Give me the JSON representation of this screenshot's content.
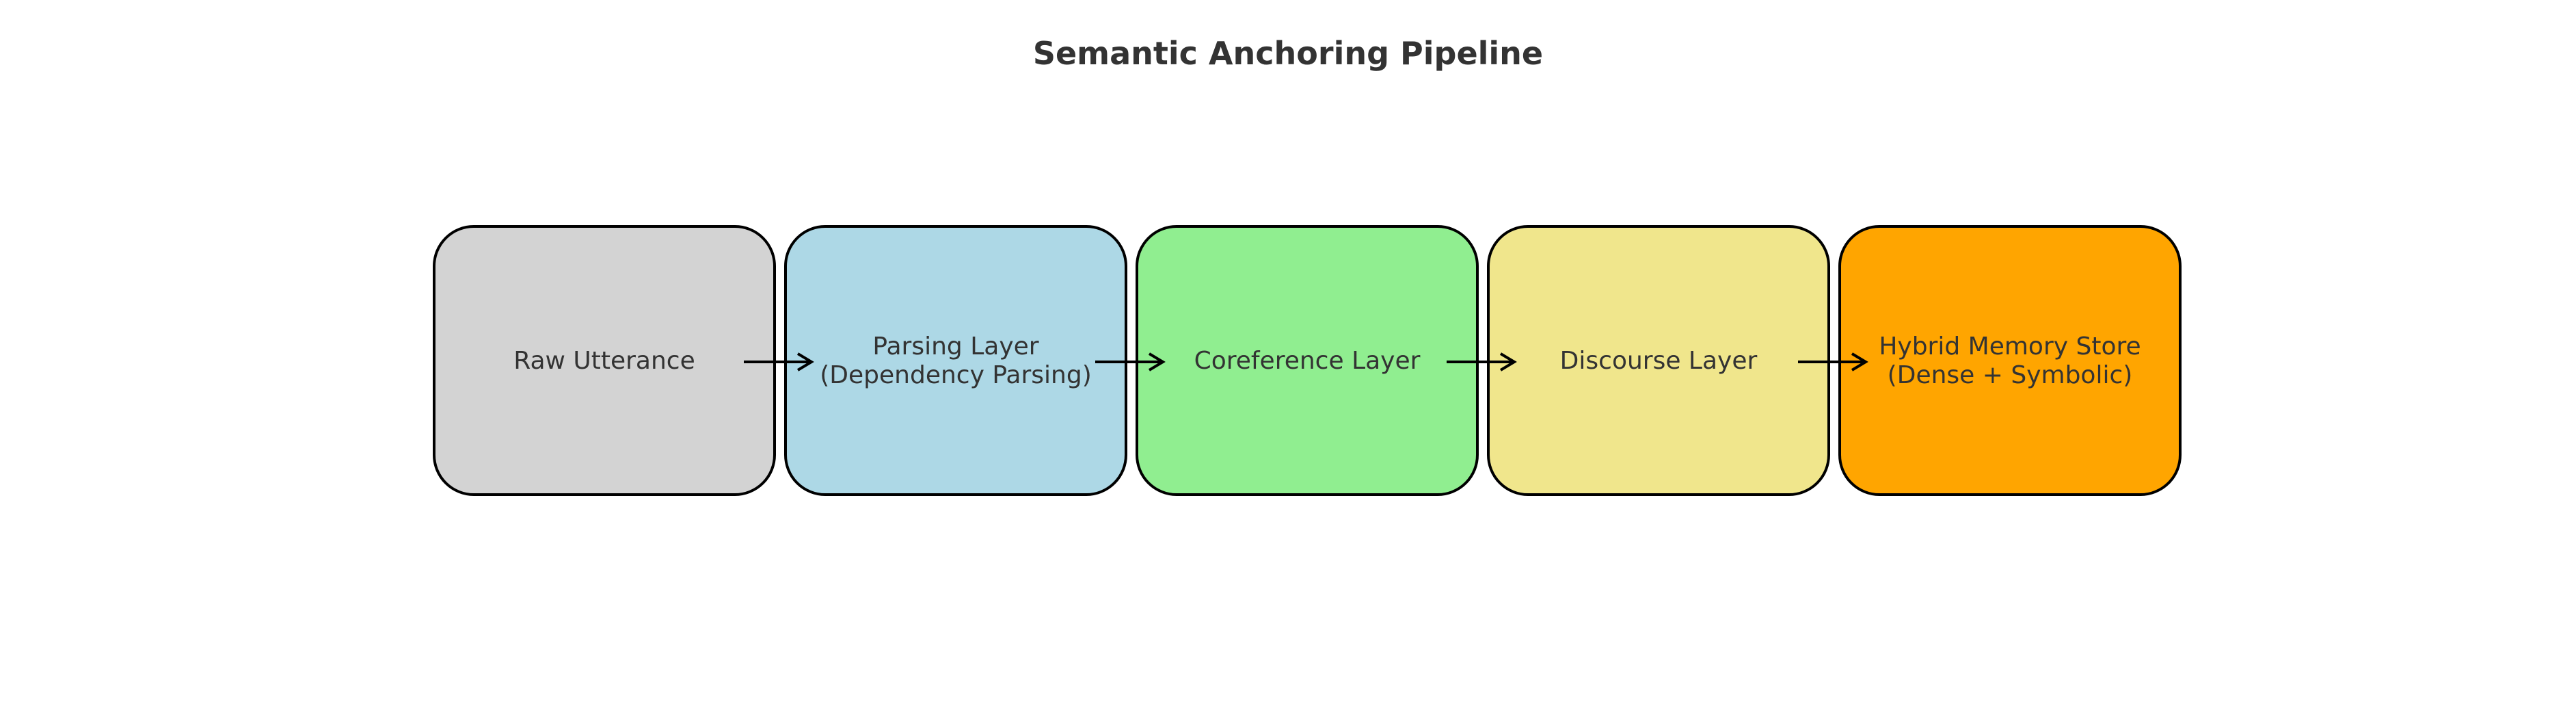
{
  "title": "Semantic Anchoring Pipeline",
  "nodes": [
    {
      "id": "raw-utterance",
      "lines": [
        "Raw Utterance"
      ],
      "fill": "#d3d3d3"
    },
    {
      "id": "parsing-layer",
      "lines": [
        "Parsing Layer",
        "(Dependency Parsing)"
      ],
      "fill": "#add8e6"
    },
    {
      "id": "coreference-layer",
      "lines": [
        "Coreference Layer"
      ],
      "fill": "#90ee90"
    },
    {
      "id": "discourse-layer",
      "lines": [
        "Discourse Layer"
      ],
      "fill": "#f0e68c"
    },
    {
      "id": "hybrid-memory-store",
      "lines": [
        "Hybrid Memory Store",
        "(Dense + Symbolic)"
      ],
      "fill": "#ffa500"
    }
  ],
  "edges": [
    {
      "from": "raw-utterance",
      "to": "parsing-layer"
    },
    {
      "from": "parsing-layer",
      "to": "coreference-layer"
    },
    {
      "from": "coreference-layer",
      "to": "discourse-layer"
    },
    {
      "from": "discourse-layer",
      "to": "hybrid-memory-store"
    }
  ],
  "colors": {
    "stroke": "#000000",
    "text": "#333333",
    "background": "#ffffff"
  }
}
